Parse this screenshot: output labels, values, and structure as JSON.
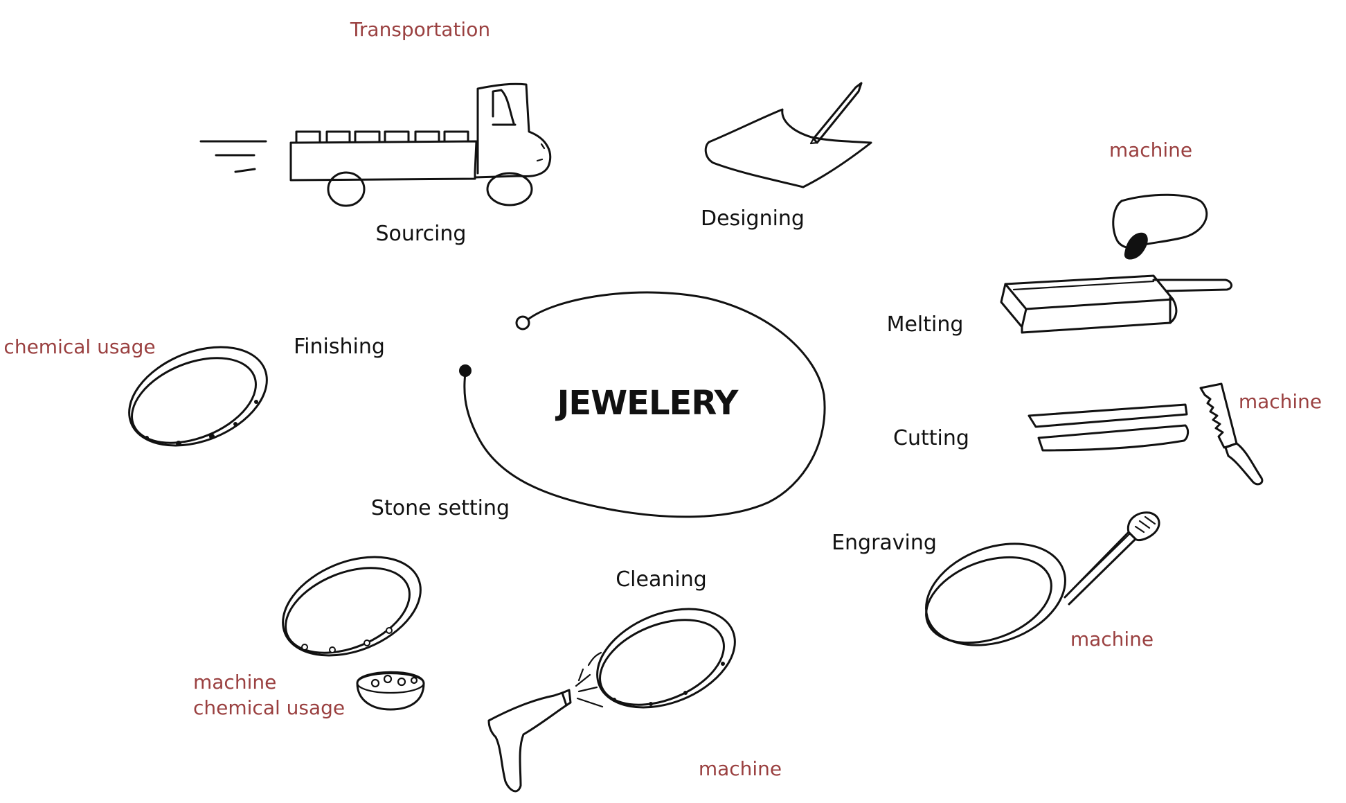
{
  "diagram": {
    "center_title": "JEWELERY",
    "stages": [
      {
        "id": "sourcing",
        "label": "Sourcing",
        "icon": "truck-icon"
      },
      {
        "id": "designing",
        "label": "Designing",
        "icon": "paper-pen-icon"
      },
      {
        "id": "melting",
        "label": "Melting",
        "icon": "crucible-mold-icon"
      },
      {
        "id": "cutting",
        "label": "Cutting",
        "icon": "saw-bars-icon"
      },
      {
        "id": "engraving",
        "label": "Engraving",
        "icon": "engraving-tool-ring-icon"
      },
      {
        "id": "cleaning",
        "label": "Cleaning",
        "icon": "spray-ring-icon"
      },
      {
        "id": "stone_setting",
        "label": "Stone setting",
        "icon": "ring-stones-bowl-icon"
      },
      {
        "id": "finishing",
        "label": "Finishing",
        "icon": "ring-icon"
      }
    ],
    "annotations": {
      "sourcing": "Transportation",
      "melting": "machine",
      "cutting": "machine",
      "engraving": "machine",
      "cleaning": "machine",
      "stone_setting_1": "machine",
      "stone_setting_2": "chemical usage",
      "finishing": "chemical usage"
    },
    "colors": {
      "ink": "#111111",
      "annotation": "#9a4040",
      "background": "#ffffff"
    }
  }
}
